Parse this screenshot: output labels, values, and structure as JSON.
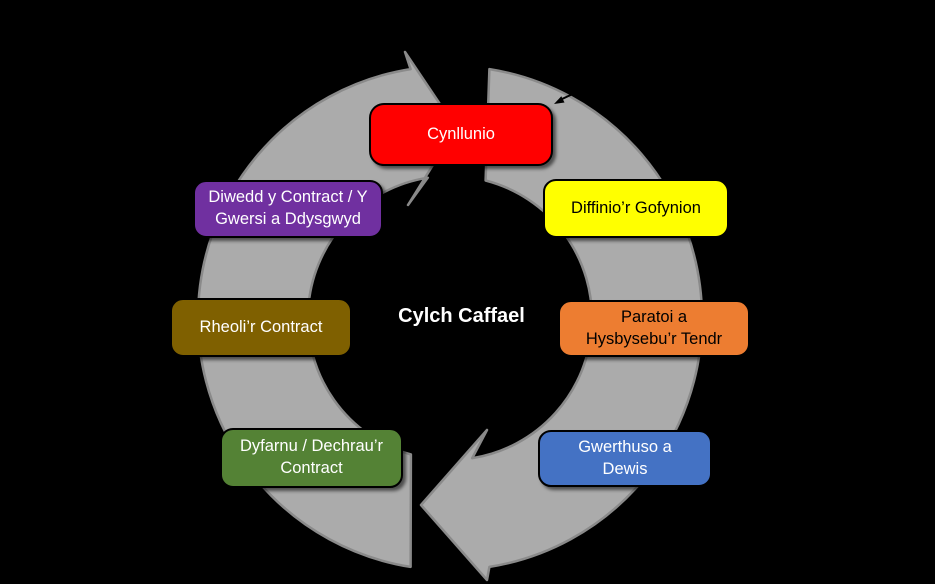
{
  "diagram": {
    "title": "Cylch Caffael",
    "background_color": "#000000",
    "band_fill": "#ABABAB",
    "band_stroke": "#8A8A8A",
    "annotation_arrow_color": "#000000",
    "stages": [
      {
        "id": "cynllunio",
        "lines": [
          "Cynllunio"
        ],
        "fill": "#FF0000",
        "text_color": "#FFFFFF"
      },
      {
        "id": "diffinio",
        "lines": [
          "Diffinio’r Gofynion"
        ],
        "fill": "#FFFF00",
        "text_color": "#000000"
      },
      {
        "id": "paratoi",
        "lines": [
          "Paratoi a",
          "Hysbysebu’r Tendr"
        ],
        "fill": "#ED7D31",
        "text_color": "#000000"
      },
      {
        "id": "gwerthuso",
        "lines": [
          "Gwerthuso a",
          "Dewis"
        ],
        "fill": "#4472C4",
        "text_color": "#FFFFFF"
      },
      {
        "id": "dyfarnu",
        "lines": [
          "Dyfarnu / Dechrau’r",
          "Contract"
        ],
        "fill": "#548235",
        "text_color": "#FFFFFF"
      },
      {
        "id": "rheoli",
        "lines": [
          "Rheoli’r Contract"
        ],
        "fill": "#7F6000",
        "text_color": "#FFFFFF"
      },
      {
        "id": "diwedd",
        "lines": [
          "Diwedd y Contract / Y",
          "Gwersi a Ddysgwyd"
        ],
        "fill": "#7030A0",
        "text_color": "#FFFFFF"
      }
    ]
  }
}
